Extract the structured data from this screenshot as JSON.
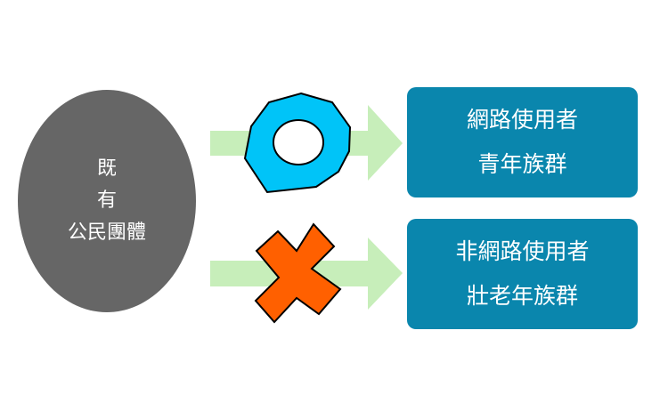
{
  "source": {
    "lines": [
      "既",
      "有",
      "公民團體"
    ]
  },
  "targets": [
    {
      "lines": [
        "網路使用者",
        "青年族群"
      ],
      "symbol": "circle-mark-icon",
      "color": "#00c4f8"
    },
    {
      "lines": [
        "非網路使用者",
        "壯老年族群"
      ],
      "symbol": "cross-mark-icon",
      "color": "#ff6000"
    }
  ],
  "colors": {
    "oval": "#666666",
    "box": "#0a86ad",
    "arrow": "#c7eeba"
  }
}
